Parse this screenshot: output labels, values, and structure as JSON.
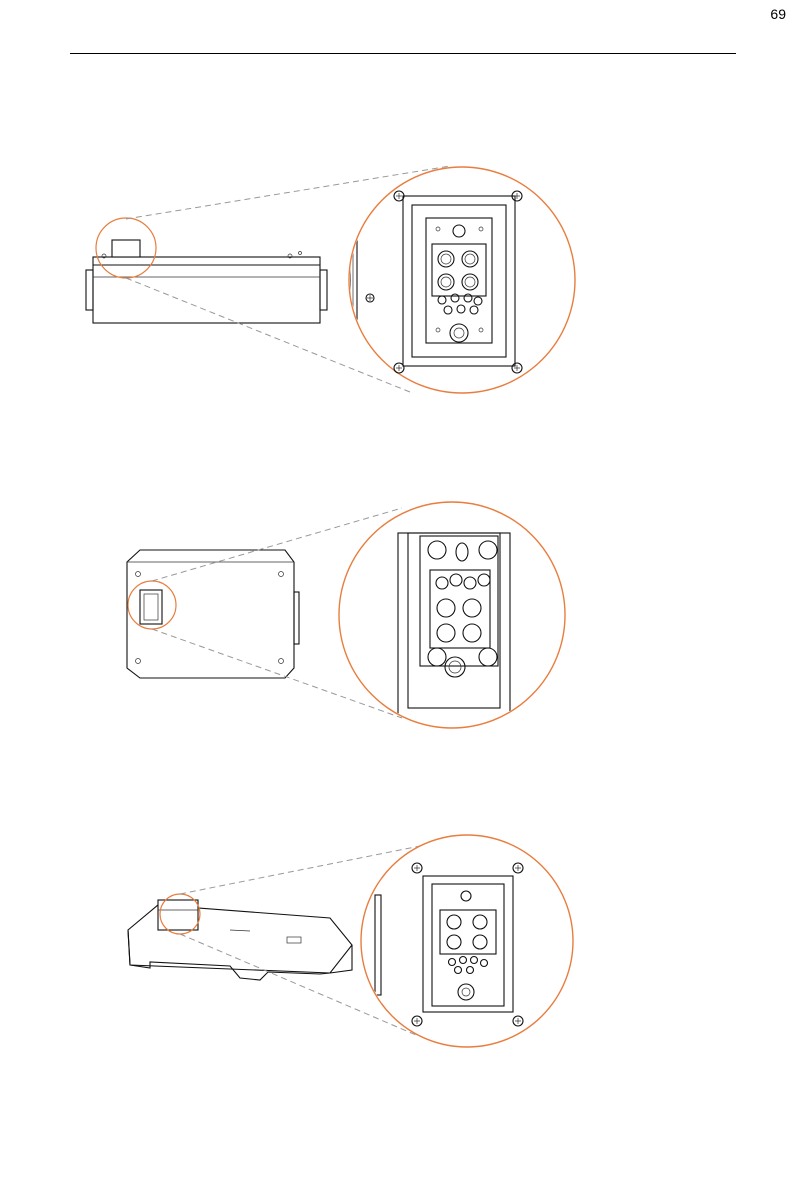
{
  "page": {
    "page_number": "69",
    "accent_color": "#e87d3e",
    "line_color": "#111111"
  },
  "figures": [
    {
      "view": "top",
      "detail": "connector-panel"
    },
    {
      "view": "side",
      "detail": "connector-panel"
    },
    {
      "view": "isometric",
      "detail": "connector-panel"
    }
  ]
}
